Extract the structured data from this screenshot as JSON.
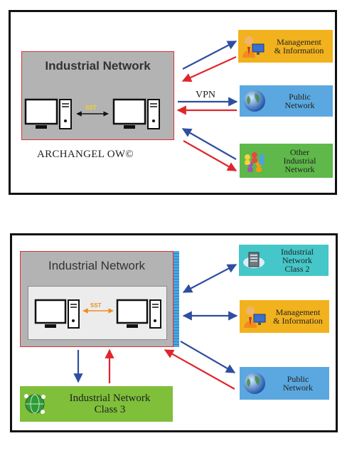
{
  "diagram_top": {
    "title": "Industrial Network",
    "sst_label": "SST",
    "vpn_label": "VPN",
    "caption": "ARCHANGEL OW©",
    "nodes": {
      "management": "Management\n& Information",
      "public": "Public\nNetwork",
      "other": "Other\nIndustrial\nNetwork"
    }
  },
  "diagram_bottom": {
    "title": "Industrial Network",
    "sst_label": "SST",
    "nodes": {
      "class2": "Industrial\nNetwork\nClass 2",
      "management": "Management\n& Information",
      "public": "Public\nNetwork",
      "class3": "Industrial Network\nClass 3"
    }
  },
  "colors": {
    "arrow_blue": "#2e4ea0",
    "arrow_red": "#e0262d",
    "management_bg": "#f2b21e",
    "public_bg": "#5aa8df",
    "other_bg": "#5fb84a",
    "class2_bg": "#45c7c9",
    "class3_bg": "#7fbf3a",
    "network_gray": "#b3b3b3"
  }
}
